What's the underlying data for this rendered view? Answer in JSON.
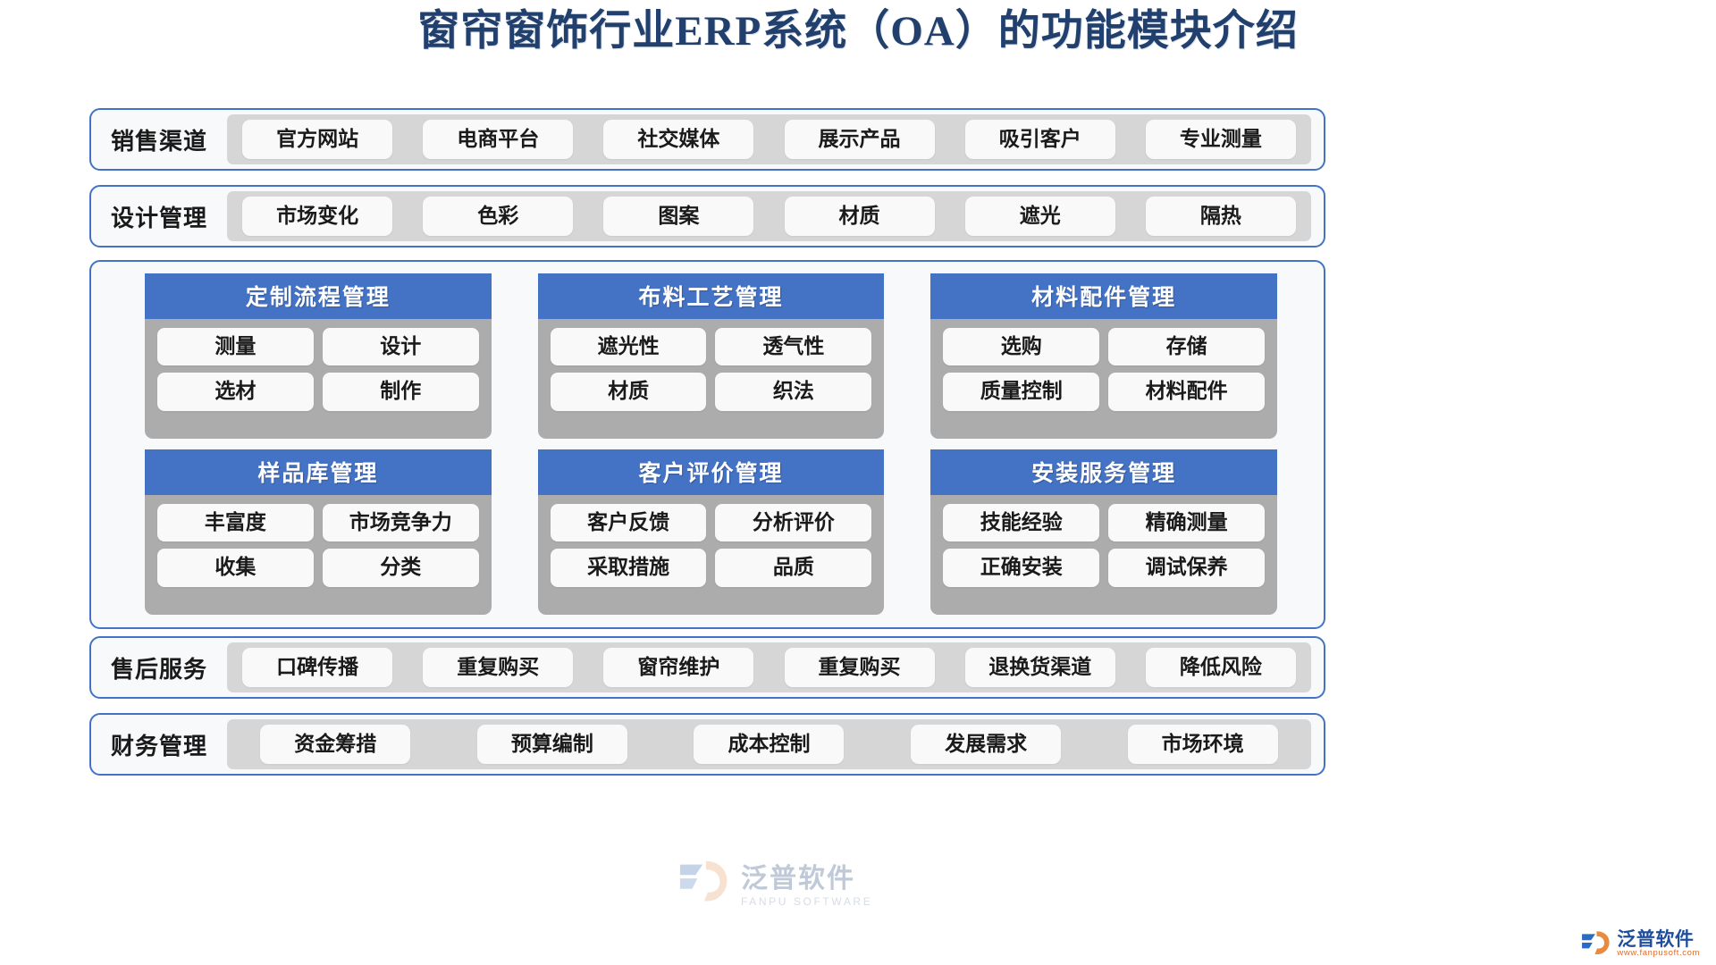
{
  "page": {
    "title": "窗帘窗饰行业ERP系统（OA）的功能模块介绍",
    "accent_blue": "#4472C4",
    "title_color": "#22406E",
    "strip_gray": "#D6D6D6",
    "card_body_gray": "#ACACAC",
    "chip_bg": "#F9F9F9",
    "panel_bg": "#F8F9FA"
  },
  "bands": [
    {
      "label": "销售渠道",
      "chips": [
        "官方网站",
        "电商平台",
        "社交媒体",
        "展示产品",
        "吸引客户",
        "专业测量"
      ]
    },
    {
      "label": "设计管理",
      "chips": [
        "市场变化",
        "色彩",
        "图案",
        "材质",
        "遮光",
        "隔热"
      ]
    },
    {
      "label": "售后服务",
      "chips": [
        "口碑传播",
        "重复购买",
        "窗帘维护",
        "重复购买",
        "退换货渠道",
        "降低风险"
      ]
    },
    {
      "label": "财务管理",
      "chips": [
        "资金筹措",
        "预算编制",
        "成本控制",
        "发展需求",
        "市场环境"
      ]
    }
  ],
  "cards": [
    {
      "title": "定制流程管理",
      "items": [
        "测量",
        "设计",
        "选材",
        "制作"
      ]
    },
    {
      "title": "布料工艺管理",
      "items": [
        "遮光性",
        "透气性",
        "材质",
        "织法"
      ]
    },
    {
      "title": "材料配件管理",
      "items": [
        "选购",
        "存储",
        "质量控制",
        "材料配件"
      ]
    },
    {
      "title": "样品库管理",
      "items": [
        "丰富度",
        "市场竞争力",
        "收集",
        "分类"
      ]
    },
    {
      "title": "客户评价管理",
      "items": [
        "客户反馈",
        "分析评价",
        "采取措施",
        "品质"
      ]
    },
    {
      "title": "安装服务管理",
      "items": [
        "技能经验",
        "精确测量",
        "正确安装",
        "调试保养"
      ]
    }
  ],
  "watermark": {
    "cn": "泛普软件",
    "en": "FANPU SOFTWARE"
  },
  "brand_logo": {
    "cn": "泛普软件",
    "en": "www.fanpusoft.com"
  }
}
